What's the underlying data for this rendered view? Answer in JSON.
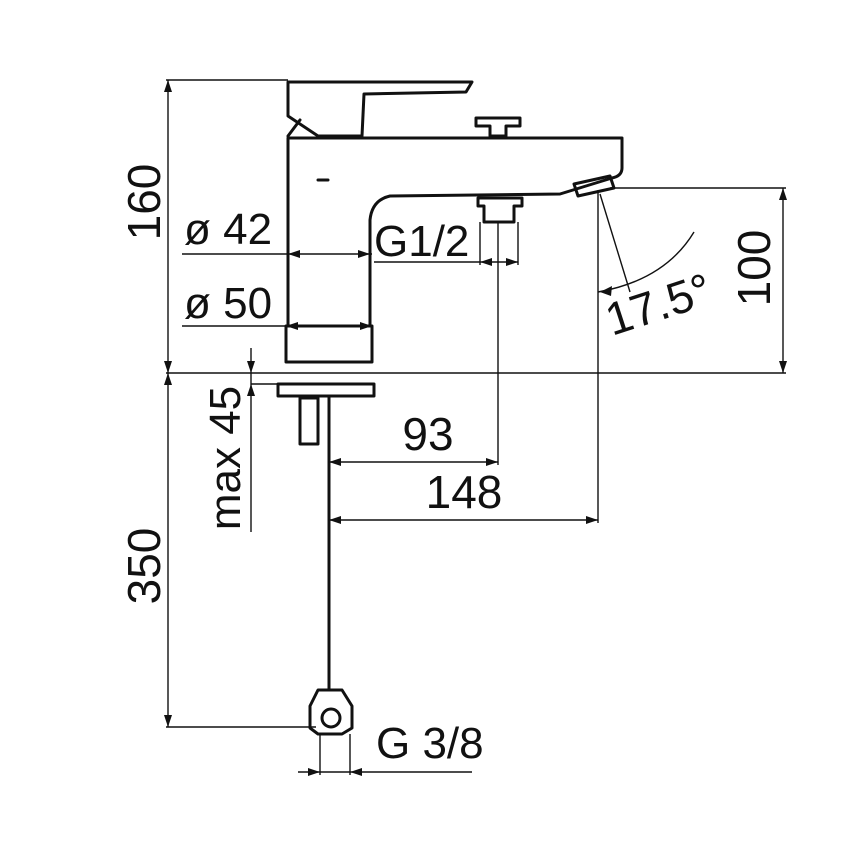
{
  "drawing": {
    "dimensions": {
      "height_total": "160",
      "dia_top": "ø 42",
      "dia_base": "ø 50",
      "spout_thread": "G1/2",
      "spout_angle": "17.5°",
      "spout_height": "100",
      "max_mount": "max 45",
      "hose_length": "350",
      "outlet_reach": "93",
      "spout_reach": "148",
      "hose_thread": "G 3/8"
    }
  }
}
